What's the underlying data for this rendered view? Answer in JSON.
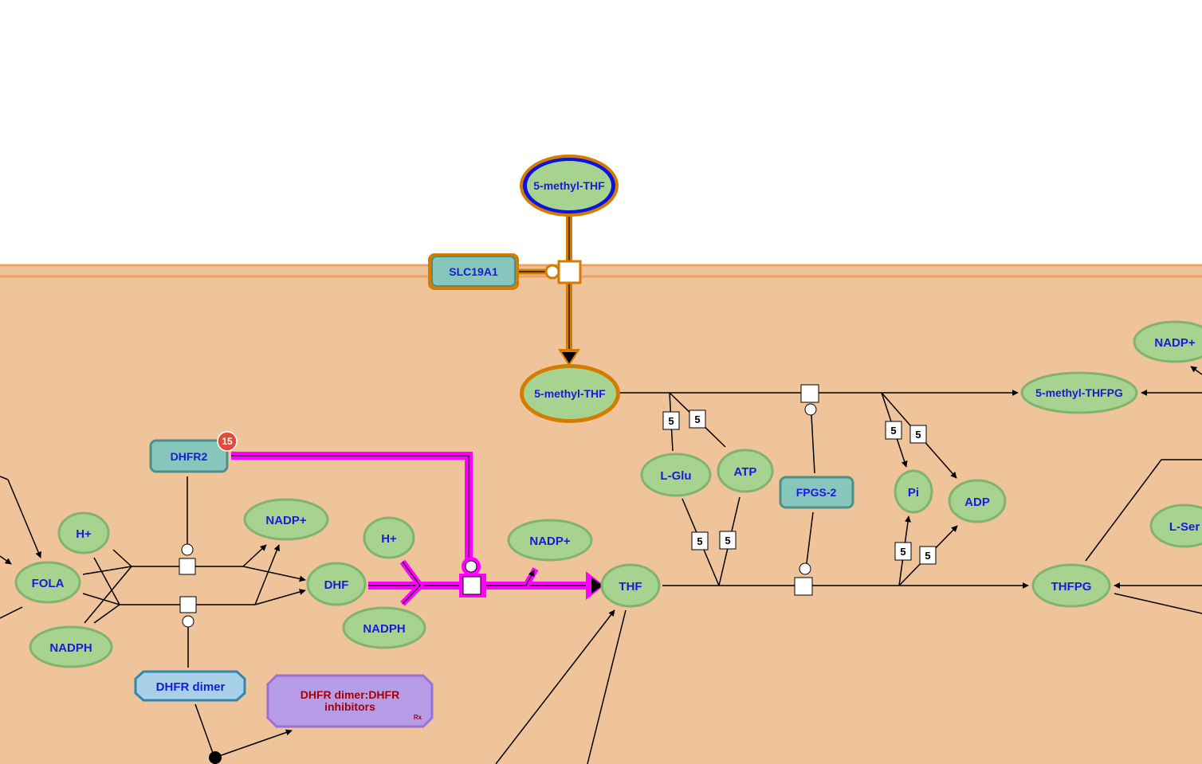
{
  "diagram": {
    "compartment": {
      "membrane_color": "#f0a060",
      "cytosol_color": "#f0c49b"
    },
    "colors": {
      "chemical_fill": "#a6d490",
      "chemical_stroke": "#82b36c",
      "protein_fill": "#86c6bd",
      "protein_stroke": "#4d8f87",
      "complex_fill": "#a8d0e6",
      "complex_stroke": "#2f86b0",
      "drug_complex_fill": "#b79de8",
      "drug_complex_stroke": "#9a70d8",
      "highlight_pathway": "#ff00ff",
      "transport_reaction": "#d47c00",
      "selected_outline": "#0a14e0",
      "badge": "#e04b3c",
      "label_text": "#1a1adb"
    },
    "nodes": {
      "methylthf_outside": "5-methyl-THF",
      "slc19a1": "SLC19A1",
      "methylthf_inside": "5-methyl-THF",
      "methylthfpg": "5-methyl-THFPG",
      "nadp_top_right": "NADP+",
      "dhfr2": "DHFR2",
      "dhfr2_badge": "15",
      "h_plus_left": "H+",
      "nadp_left": "NADP+",
      "h_plus_mid": "H+",
      "nadp_mid": "NADP+",
      "fola": "FOLA",
      "dhf": "DHF",
      "thf": "THF",
      "nadph_left": "NADPH",
      "nadph_mid": "NADPH",
      "l_glu": "L-Glu",
      "atp": "ATP",
      "fpgs2": "FPGS-2",
      "pi": "Pi",
      "adp": "ADP",
      "l_ser": "L-Ser",
      "thfpg": "THFPG",
      "dhfr_dimer": "DHFR dimer",
      "dhfr_inhib_line1": "DHFR dimer:DHFR",
      "dhfr_inhib_line2": "inhibitors",
      "drug_marker": "Rx"
    },
    "stoichiometry": {
      "glu_in": "5",
      "atp_in": "5",
      "glu_lower": "5",
      "atp_lower": "5",
      "pi_out": "5",
      "adp_out": "5",
      "pi_lower": "5",
      "adp_lower": "5"
    }
  }
}
